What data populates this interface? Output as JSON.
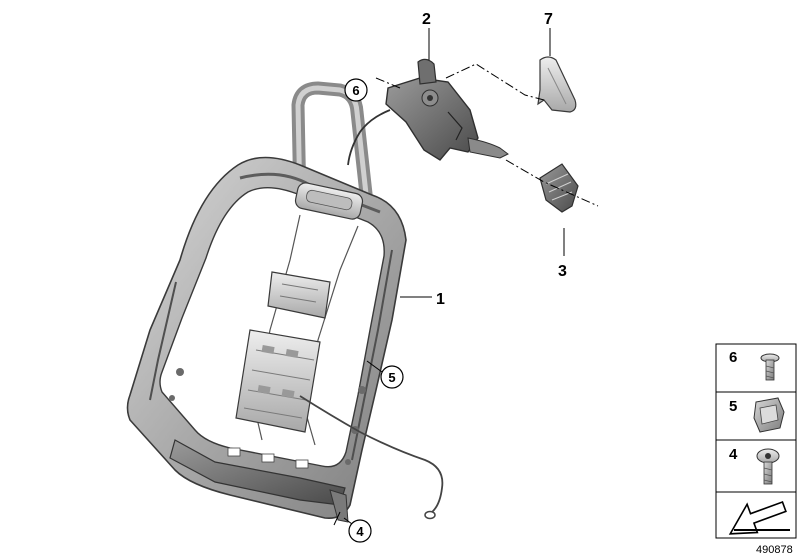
{
  "diagram": {
    "callouts": [
      {
        "id": "1",
        "label": "1"
      },
      {
        "id": "2",
        "label": "2"
      },
      {
        "id": "3",
        "label": "3"
      },
      {
        "id": "4",
        "label": "4"
      },
      {
        "id": "5",
        "label": "5"
      },
      {
        "id": "6",
        "label": "6"
      },
      {
        "id": "7",
        "label": "7"
      }
    ],
    "legend": [
      {
        "label": "6",
        "part": "screw-icon"
      },
      {
        "label": "5",
        "part": "clip-nut-icon"
      },
      {
        "label": "4",
        "part": "bolt-icon"
      }
    ],
    "reference_number": "490878"
  }
}
